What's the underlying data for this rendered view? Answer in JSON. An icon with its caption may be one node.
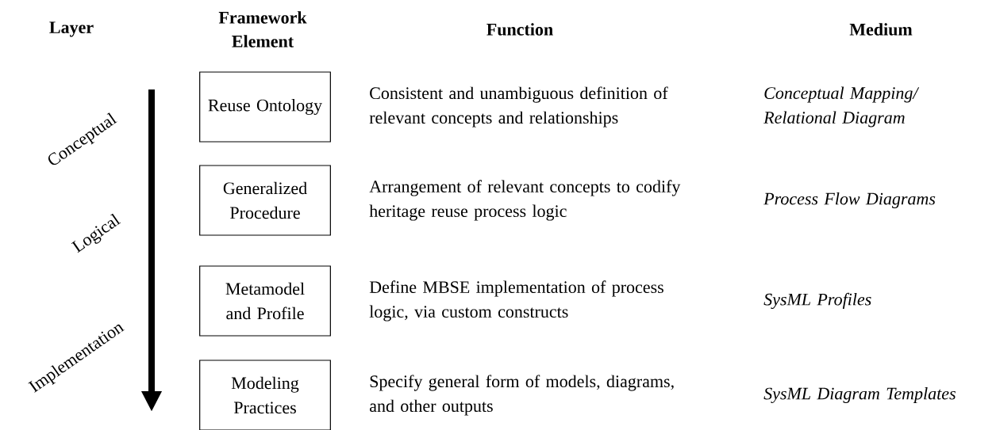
{
  "diagram": {
    "nodes": [
      {
        "text": [
          "Reuse Ontology"
        ]
      },
      {
        "text": [
          "Generalized Procedure"
        ]
      },
      {
        "text": [
          "Metamodel and Profile"
        ]
      },
      {
        "text": [
          "Modeling Practices"
        ]
      }
    ],
    "edges": [],
    "labels": [
      "Layer",
      "Framework Element",
      "Function",
      "Medium",
      "Consistent and unambiguous definition of relevant concepts and relationships",
      "Conceptual Mapping/ Relational Diagram",
      "Conceptual",
      "Arrangement of relevant concepts to codify heritage reuse process logic",
      "Process Flow Diagrams",
      "Logical",
      "Define MBSE implementation of process logic, via custom constructs",
      "SysML Profiles",
      "Implementation",
      "Specify general form of models, diagrams, and other outputs",
      "SysML Diagram Templates"
    ]
  }
}
